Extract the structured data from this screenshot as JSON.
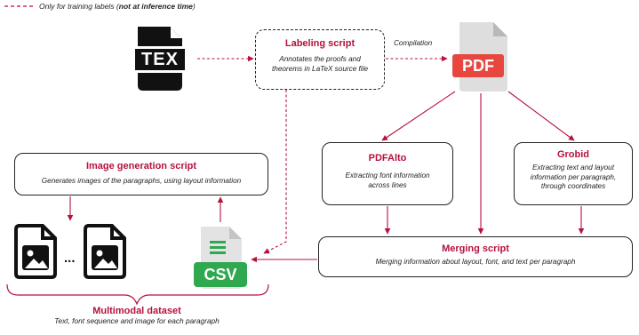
{
  "legend": {
    "text_prefix": "Only for training labels (",
    "text_bold": "not at inference time",
    "text_suffix": ")"
  },
  "tex_icon": {
    "label": "TEX"
  },
  "pdf_icon": {
    "label": "PDF"
  },
  "csv_icon": {
    "label": "CSV"
  },
  "labeling_script": {
    "title": "Labeling script",
    "desc_line1": "Annotates the proofs and",
    "desc_line2": "theorems in LaTeX source file"
  },
  "compilation_label": "Compilation",
  "pdfalto": {
    "title": "PDFAlto",
    "desc_line1": "Extracting font information",
    "desc_line2": "across lines"
  },
  "grobid": {
    "title": "Grobid",
    "desc_line1": "Extracting text and layout",
    "desc_line2": "information per paragraph,",
    "desc_line3": "through coordinates"
  },
  "image_generation": {
    "title": "Image generation script",
    "desc": "Generates images of the paragraphs, using layout information"
  },
  "merging_script": {
    "title": "Merging script",
    "desc": "Merging information about layout, font, and text per paragraph"
  },
  "ellipsis": "...",
  "multimodal_dataset": {
    "title": "Multimodal dataset",
    "desc": "Text, font sequence and image for each paragraph"
  },
  "colors": {
    "accent": "#b5123c",
    "pdf_red": "#e8473f",
    "csv_green": "#2fa84f",
    "border": "#222222"
  }
}
